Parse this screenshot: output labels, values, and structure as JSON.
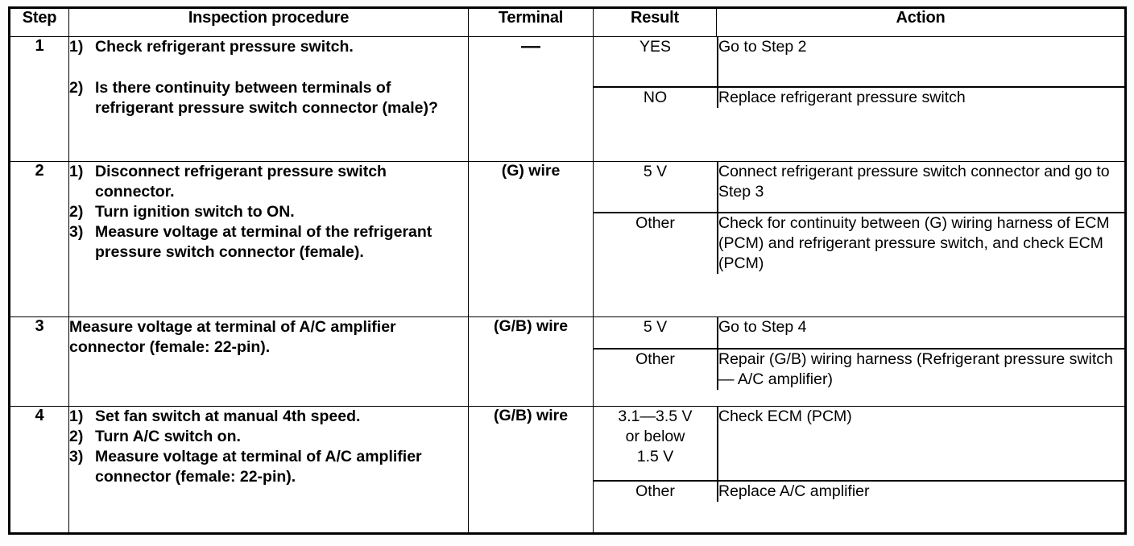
{
  "document": {
    "type": "automotive-diagnostic-troubleshooting-table",
    "columns": [
      "Step",
      "Inspection procedure",
      "Terminal",
      "Result",
      "Action"
    ]
  },
  "table": {
    "headers": {
      "step": "Step",
      "inspection": "Inspection procedure",
      "terminal": "Terminal",
      "result": "Result",
      "action": "Action"
    },
    "rows": [
      {
        "step": "1",
        "terminal": "—",
        "procedure_lines": [
          {
            "num": "1)",
            "text": "Check refrigerant pressure switch."
          },
          {
            "num": "2)",
            "text": "Is there continuity between terminals of refrigerant pressure switch connector (male)?"
          }
        ],
        "outcomes": [
          {
            "result": "YES",
            "action": "Go to Step 2"
          },
          {
            "result": "NO",
            "action": "Replace refrigerant pressure switch"
          }
        ]
      },
      {
        "step": "2",
        "terminal": "(G) wire",
        "procedure_lines": [
          {
            "num": "1)",
            "text": "Disconnect refrigerant pressure switch connector."
          },
          {
            "num": "2)",
            "text": "Turn ignition switch to ON."
          },
          {
            "num": "3)",
            "text": "Measure voltage at terminal of the refrigerant pressure switch connector (female)."
          }
        ],
        "outcomes": [
          {
            "result": "5 V",
            "action": "Connect refrigerant pressure switch connector and go to Step 3"
          },
          {
            "result": "Other",
            "action": "Check for continuity between (G) wiring harness of ECM (PCM) and refrigerant pressure switch, and check ECM (PCM)"
          }
        ]
      },
      {
        "step": "3",
        "terminal": "(G/B) wire",
        "procedure_plain": "Measure voltage at terminal of A/C amplifier connector (female: 22-pin).",
        "outcomes": [
          {
            "result": "5 V",
            "action": "Go to Step 4"
          },
          {
            "result": "Other",
            "action": "Repair (G/B) wiring harness (Refrigerant pressure switch — A/C amplifier)"
          }
        ]
      },
      {
        "step": "4",
        "terminal": "(G/B) wire",
        "procedure_lines": [
          {
            "num": "1)",
            "text": "Set fan switch at manual 4th speed."
          },
          {
            "num": "2)",
            "text": "Turn A/C switch on."
          },
          {
            "num": "3)",
            "text": "Measure voltage at terminal of A/C amplifier connector (female: 22-pin)."
          }
        ],
        "outcomes": [
          {
            "result": "3.1—3.5 V\nor below\n1.5 V",
            "action": "Check ECM (PCM)"
          },
          {
            "result": "Other",
            "action": "Replace A/C amplifier"
          }
        ]
      }
    ]
  }
}
